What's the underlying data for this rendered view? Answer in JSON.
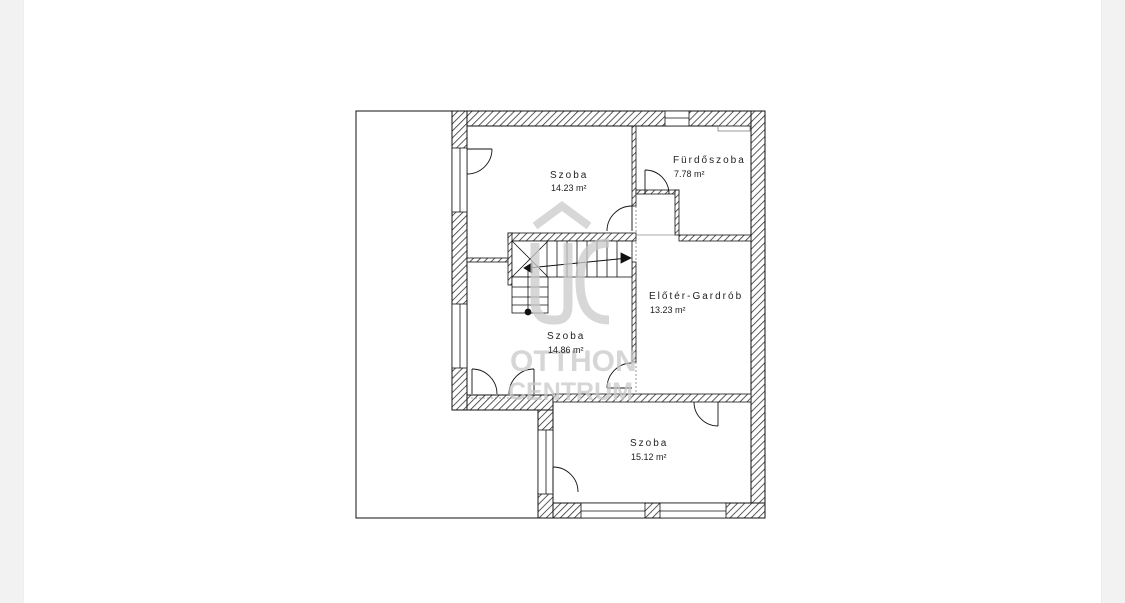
{
  "colors": {
    "background": "#f2f2f2",
    "paper": "#ffffff",
    "line": "#111111",
    "hatch": "#333333",
    "watermark": "#c9c9c9"
  },
  "floorplan": {
    "rooms": [
      {
        "id": "szoba-1",
        "name": "Szoba",
        "area": "14.23 m²"
      },
      {
        "id": "furdoszoba",
        "name": "Fürdőszoba",
        "area": "7.78 m²"
      },
      {
        "id": "eloter-gardrob",
        "name": "Előtér-Gardrób",
        "area": "13.23 m²"
      },
      {
        "id": "szoba-2",
        "name": "Szoba",
        "area": "14.86 m²"
      },
      {
        "id": "szoba-3",
        "name": "Szoba",
        "area": "15.12 m²"
      }
    ]
  },
  "watermark": {
    "logo_icon": "oc-house-logo-icon",
    "line1": "OTTHON",
    "line2": "CENTRUM"
  }
}
